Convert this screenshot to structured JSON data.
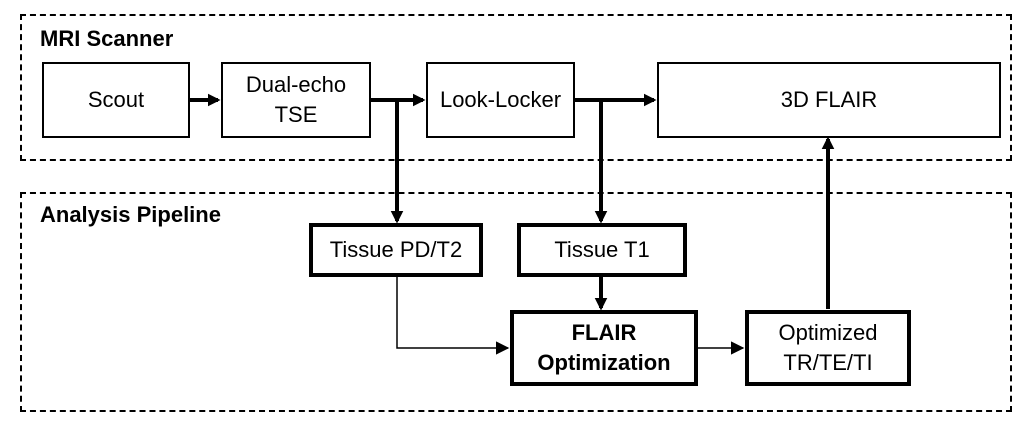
{
  "groups": {
    "scanner": {
      "title": "MRI Scanner"
    },
    "pipeline": {
      "title": "Analysis Pipeline"
    }
  },
  "nodes": {
    "scout": "Scout",
    "dual_echo_tse": "Dual-echo\nTSE",
    "look_locker": "Look-Locker",
    "flair_3d": "3D FLAIR",
    "tissue_pd_t2": "Tissue PD/T2",
    "tissue_t1": "Tissue T1",
    "flair_optimization": "FLAIR\nOptimization",
    "optimized_params": "Optimized\nTR/TE/TI"
  },
  "edges": [
    {
      "from": "scout",
      "to": "dual_echo_tse"
    },
    {
      "from": "dual_echo_tse",
      "to": "look_locker"
    },
    {
      "from": "look_locker",
      "to": "flair_3d"
    },
    {
      "from": "dual_echo_tse",
      "to": "tissue_pd_t2"
    },
    {
      "from": "look_locker",
      "to": "tissue_t1"
    },
    {
      "from": "tissue_t1",
      "to": "flair_optimization"
    },
    {
      "from": "tissue_pd_t2",
      "to": "flair_optimization"
    },
    {
      "from": "flair_optimization",
      "to": "optimized_params"
    },
    {
      "from": "optimized_params",
      "to": "flair_3d"
    }
  ],
  "colors": {
    "line": "#000000",
    "background": "#ffffff"
  }
}
